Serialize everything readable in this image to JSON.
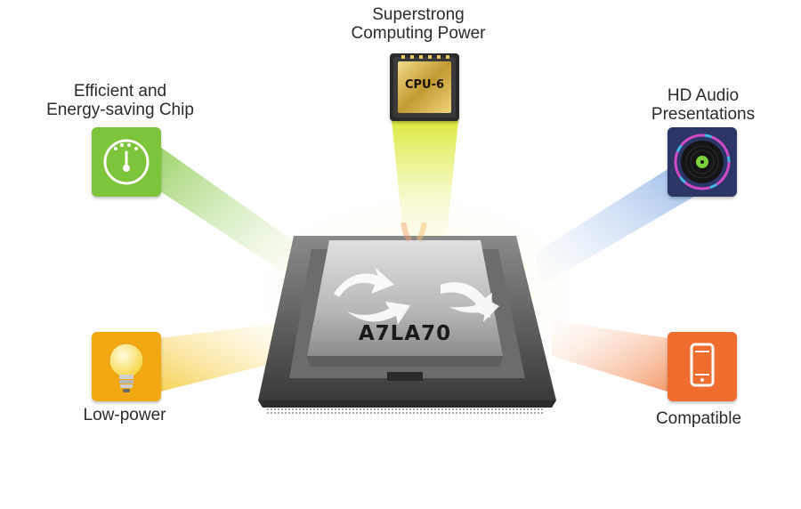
{
  "features": {
    "top": "Superstrong\nComputing Power",
    "left_top": "Efficient and\nEnergy-saving Chip",
    "right_top": "HD Audio\nPresentations",
    "left_bottom": "Low-power",
    "right_bottom": "Compatible"
  },
  "chip": {
    "name": "A7LA70",
    "cpu_badge": "CPU-6"
  },
  "colors": {
    "green": "#7cc43a",
    "yellow": "#f2b21a",
    "blue": "#5a8fd8",
    "orange": "#f07a3a",
    "gold": "#c9a23a"
  },
  "icons": {
    "top": "cpu-chip-icon",
    "left_top": "gauge-meter-icon",
    "right_top": "vinyl-record-icon",
    "left_bottom": "light-bulb-icon",
    "right_bottom": "smartphone-icon"
  }
}
